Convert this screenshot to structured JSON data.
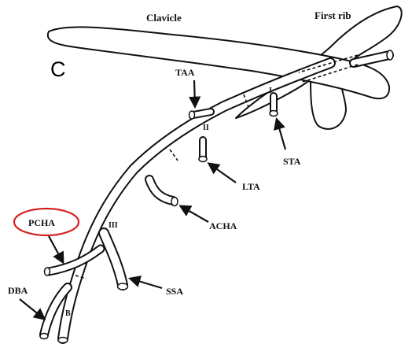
{
  "panel_letter": "C",
  "bones": {
    "clavicle": "Clavicle",
    "first_rib": "First rib"
  },
  "segments": {
    "first": "I",
    "second": "II",
    "third": "III"
  },
  "branches": {
    "taa": "TAA",
    "sta": "STA",
    "lta": "LTA",
    "acha": "ACHA",
    "pcha": "PCHA",
    "ssa": "SSA",
    "dba": "DBA",
    "b": "B"
  },
  "highlight_color": "#d62020"
}
